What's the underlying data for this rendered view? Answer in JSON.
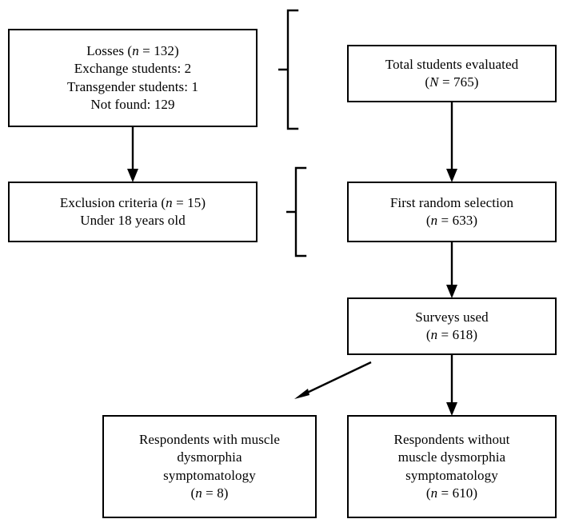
{
  "figure": {
    "type": "flowchart",
    "orientation": "vertical",
    "background_color": "#ffffff",
    "line_color": "#000000"
  },
  "nodes": {
    "total_students": {
      "label": "Total students evaluated\n(N = 765)",
      "line1": "Total students evaluated",
      "line2_prefix": "(",
      "line2_symbol": "N",
      "line2_suffix": " = 765)"
    },
    "losses": {
      "label": "Losses (n = 132)\nExchange students: 2\nTransgender students: 1\nNot found: 129",
      "line1_prefix": "Losses (",
      "line1_symbol": "n",
      "line1_suffix": " = 132)",
      "line2": "Exchange students: 2",
      "line3": "Transgender students: 1",
      "line4": "Not found: 129"
    },
    "first_random_selection": {
      "label": "First random selection\n(n = 633)",
      "line1": "First random selection",
      "line2_prefix": "(",
      "line2_symbol": "n",
      "line2_suffix": " = 633)"
    },
    "exclusion_criteria": {
      "label": "Exclusion criteria (n = 15)\nUnder 18 years old",
      "line1_prefix": "Exclusion criteria (",
      "line1_symbol": "n",
      "line1_suffix": " = 15)",
      "line2": "Under 18 years old"
    },
    "surveys_used": {
      "label": "Surveys used\n(n = 618)",
      "line1": "Surveys used",
      "line2_prefix": "(",
      "line2_symbol": "n",
      "line2_suffix": " = 618)"
    },
    "respondents_with_md": {
      "label": "Respondents with muscle dysmorphia symptomatology\n(n = 8)",
      "line1": "Respondents with muscle",
      "line2": "dysmorphia",
      "line3": "symptomatology",
      "line4_prefix": "(",
      "line4_symbol": "n",
      "line4_suffix": " = 8)"
    },
    "respondents_without_md": {
      "label": "Respondents without muscle dysmorphia symptomatology\n(n = 610)",
      "line1": "Respondents without",
      "line2": "muscle dysmorphia",
      "line3": "symptomatology",
      "line4_prefix": "(",
      "line4_symbol": "n",
      "line4_suffix": " = 610)"
    }
  },
  "connectors": [
    {
      "name": "total-to-first-random",
      "from": "total_students",
      "to": "first_random_selection",
      "style": "arrow-down"
    },
    {
      "name": "first-random-to-surveys",
      "from": "first_random_selection",
      "to": "surveys_used",
      "style": "arrow-down"
    },
    {
      "name": "surveys-to-without-md",
      "from": "surveys_used",
      "to": "respondents_without_md",
      "style": "arrow-down"
    },
    {
      "name": "surveys-to-with-md",
      "from": "surveys_used",
      "to": "respondents_with_md",
      "style": "arrow-diagonal-left"
    },
    {
      "name": "losses-to-exclusion",
      "from": "losses",
      "to": "exclusion_criteria",
      "style": "arrow-down"
    },
    {
      "name": "brace-losses",
      "from": "losses",
      "to": "total_students",
      "style": "brace"
    },
    {
      "name": "brace-exclusion",
      "from": "exclusion_criteria",
      "to": "first_random_selection",
      "style": "brace"
    }
  ]
}
